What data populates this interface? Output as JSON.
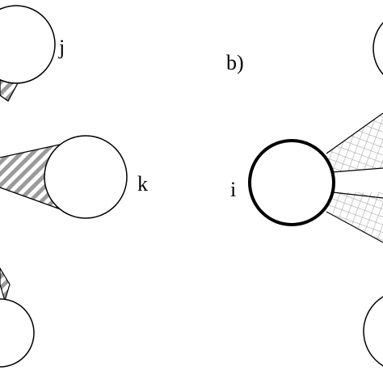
{
  "panel_b": {
    "label": "b)"
  },
  "nodes": {
    "j": {
      "label": "j"
    },
    "k": {
      "label": "k"
    },
    "i": {
      "label": "i"
    }
  },
  "colors": {
    "stroke": "#000000",
    "hatch": "#9a9a9a",
    "grid": "#a8a8a8",
    "background": "#ffffff"
  }
}
